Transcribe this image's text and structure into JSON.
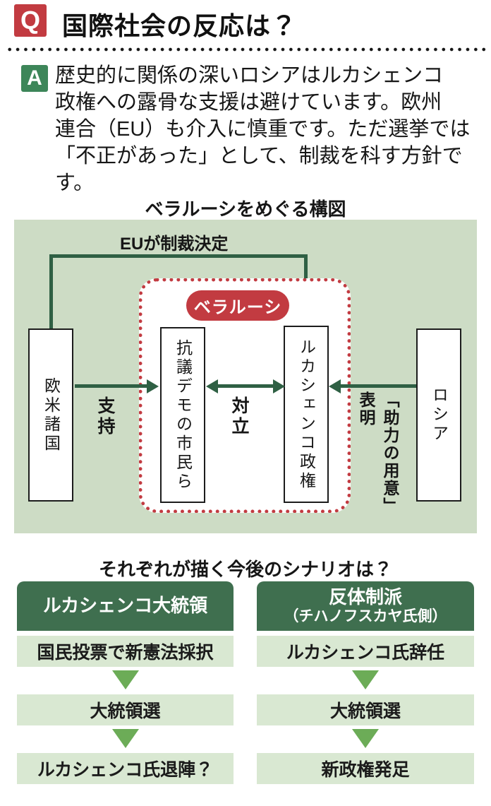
{
  "colors": {
    "accent_red": "#c23b41",
    "answer_green": "#3d8659",
    "panel_bg": "#cddcc5",
    "arrow_dark_green": "#2f6044",
    "scenario_header_green": "#3f6f4f",
    "scenario_row_green": "#d9e8d2",
    "scenario_triangle_green": "#6cac57"
  },
  "question": {
    "badge": "Q",
    "title": "国際社会の反応は？"
  },
  "answer": {
    "badge": "A",
    "text": "歴史的に関係の深いロシアはルカシェンコ\n政権への露骨な支援は避けています。欧州\n連合（EU）も介入に慎重です。ただ選挙では\n「不正があった」として、制裁を科す方針です。"
  },
  "diagram": {
    "title": "ベラルーシをめぐる構図",
    "eu_sanction_label": "EUが制裁決定",
    "belarus_badge": "ベラルーシ",
    "boxes": {
      "west": "欧米諸国",
      "protesters": "抗議デモの市民ら",
      "lukashenko": "ルカシェンコ政権",
      "russia": "ロシア"
    },
    "arrows": {
      "support": "支持",
      "conflict": "対立",
      "russia_support_line1": "「助力の用意」",
      "russia_support_line2": "表明"
    }
  },
  "scenarios": {
    "title": "それぞれが描く今後のシナリオは？",
    "left": {
      "header": "ルカシェンコ大統領",
      "steps": [
        "国民投票で新憲法採択",
        "大統領選",
        "ルカシェンコ氏退陣？"
      ]
    },
    "right": {
      "header_line1": "反体制派",
      "header_line2": "（チハノフスカヤ氏側）",
      "steps": [
        "ルカシェンコ氏辞任",
        "大統領選",
        "新政権発足"
      ]
    }
  }
}
